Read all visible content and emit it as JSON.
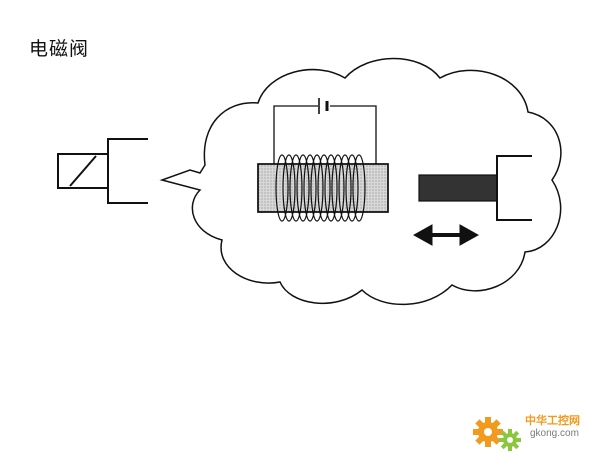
{
  "title": "电磁阀",
  "watermark": {
    "name_cn": "中华工控网",
    "domain": "gkong.com",
    "gear_color_orange": "#f29a1e",
    "gear_color_green": "#8cc63f"
  },
  "colors": {
    "line": "#111111",
    "core_fill": "#cfcfcf",
    "plunger_fill": "#333333"
  },
  "icons": [
    "solenoid-valve-symbol-icon",
    "thought-cloud-icon",
    "battery-icon",
    "coil-icon",
    "plunger-icon",
    "double-arrow-icon",
    "gear-icon"
  ]
}
